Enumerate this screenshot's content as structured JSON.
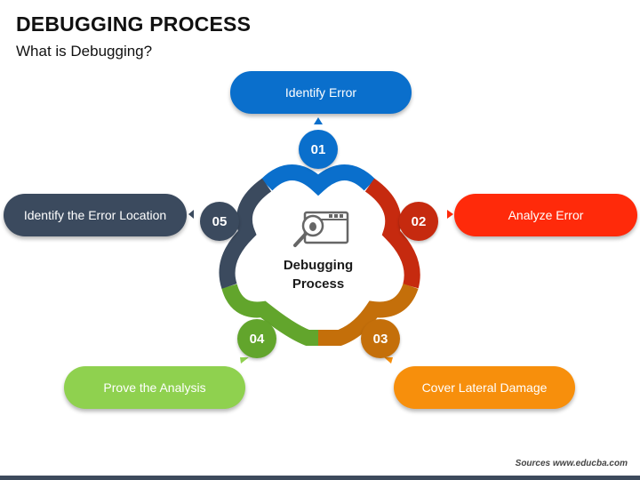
{
  "header": {
    "title": "DEBUGGING PROCESS",
    "subtitle": "What is Debugging?"
  },
  "center": {
    "line1": "Debugging",
    "line2": "Process",
    "icon": "bug-in-window-icon"
  },
  "steps": [
    {
      "number": "01",
      "label": "Identify Error",
      "color": "#0a6fcc"
    },
    {
      "number": "02",
      "label": "Analyze Error",
      "color": "#c62a0f",
      "pill_color": "#ff2a0a"
    },
    {
      "number": "03",
      "label": "Cover Lateral Damage",
      "color": "#c46f0a",
      "pill_color": "#f78f0c"
    },
    {
      "number": "04",
      "label": "Prove the Analysis",
      "color": "#62a52c",
      "pill_color": "#8fd14f"
    },
    {
      "number": "05",
      "label": "Identify the Error Location",
      "color": "#3b4a5e",
      "pill_color": "#3b4a5e"
    }
  ],
  "footer": {
    "source": "Sources www.educba.com"
  }
}
